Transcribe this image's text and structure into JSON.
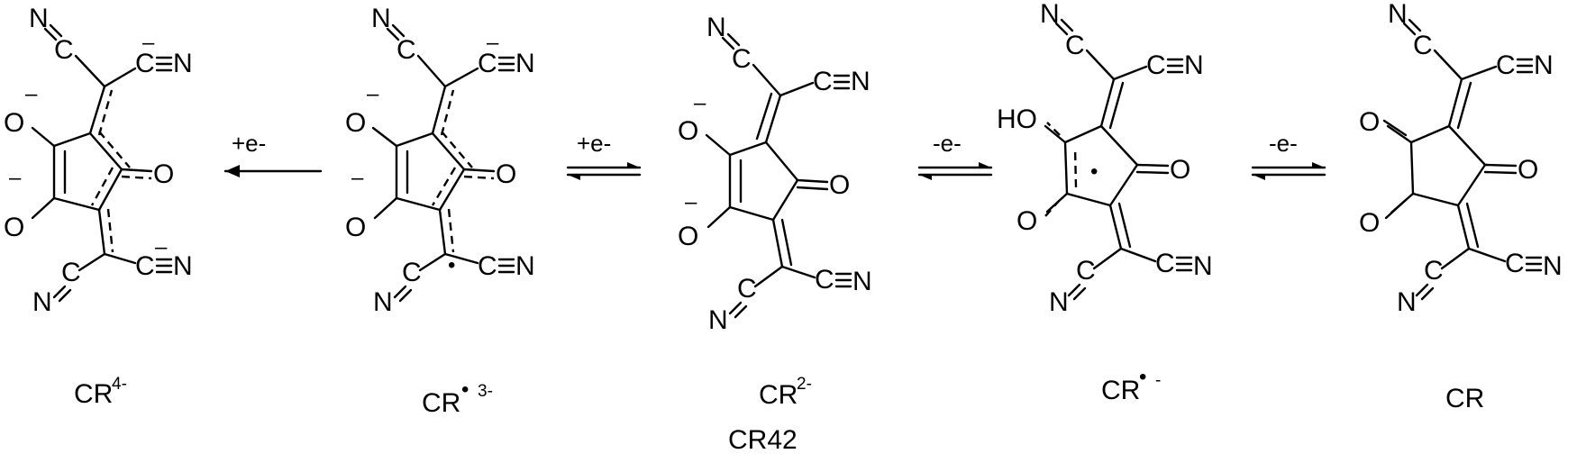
{
  "species": [
    {
      "id": "cr4",
      "label": "CR",
      "charge": "4-",
      "radical": false
    },
    {
      "id": "cr3",
      "label": "CR",
      "charge": "3-",
      "radical": true
    },
    {
      "id": "cr2",
      "label": "CR",
      "charge": "2-",
      "radical": false,
      "sublabel": "CR42"
    },
    {
      "id": "cr1",
      "label": "CR",
      "charge": "-",
      "radical": true
    },
    {
      "id": "cr0",
      "label": "CR",
      "charge": "",
      "radical": false
    }
  ],
  "atoms": {
    "nitrogen": "N",
    "carbon": "C",
    "oxygen": "O",
    "hydroxyl": "HO",
    "minus": "–",
    "radical_dot": "•"
  },
  "arrows": [
    {
      "label": "+e-",
      "type": "single-left"
    },
    {
      "label": "+e-",
      "type": "equilibrium"
    },
    {
      "label": "-e-",
      "type": "equilibrium"
    },
    {
      "label": "-e-",
      "type": "equilibrium"
    }
  ]
}
